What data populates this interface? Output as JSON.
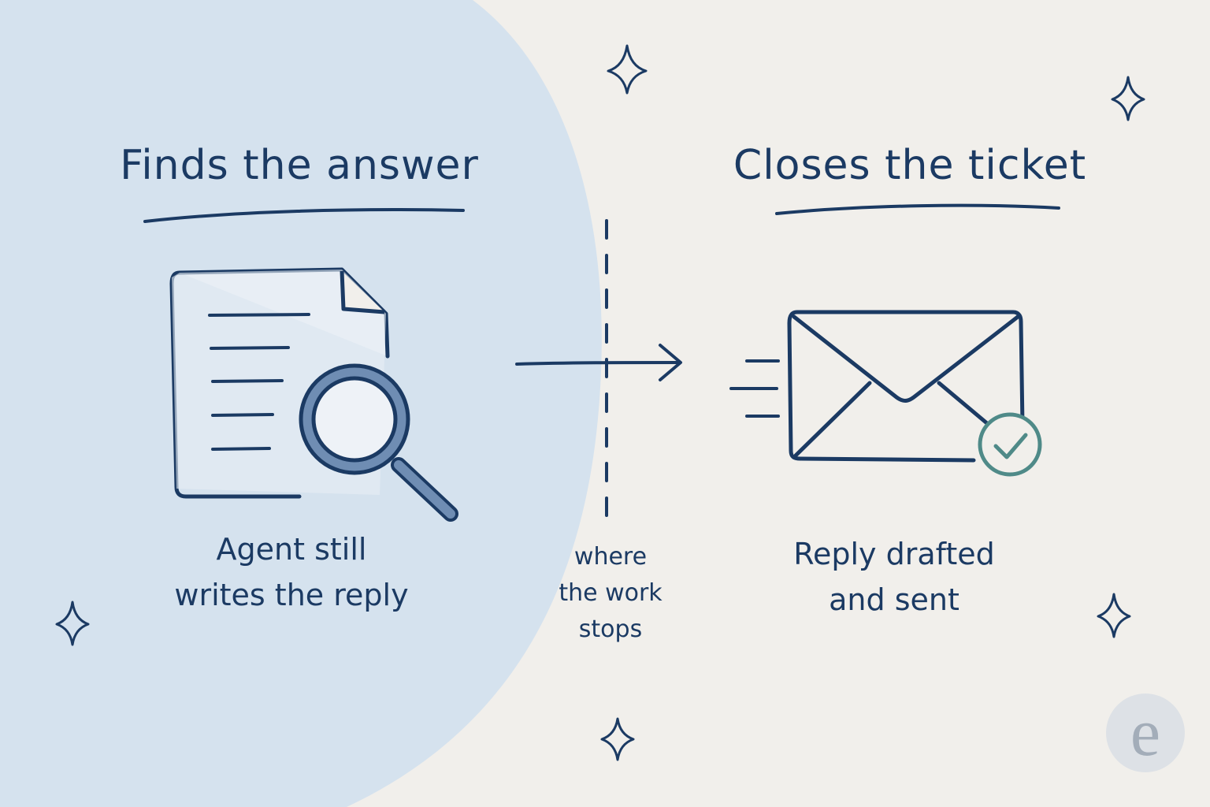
{
  "left_panel": {
    "heading": "Finds the answer",
    "caption_line1": "Agent still",
    "caption_line2": "writes the reply",
    "icon": "document-magnifier-icon"
  },
  "divider": {
    "caption_line1": "where",
    "caption_line2": "the work",
    "caption_line3": "stops"
  },
  "right_panel": {
    "heading": "Closes the ticket",
    "caption_line1": "Reply drafted",
    "caption_line2": "and sent",
    "icon": "envelope-check-icon"
  },
  "logo": {
    "letter": "e"
  },
  "colors": {
    "background": "#f1efeb",
    "left_blob": "#d5e2ee",
    "ink": "#1b3a63",
    "check": "#4f8a88",
    "logo": "#d9dde2"
  }
}
